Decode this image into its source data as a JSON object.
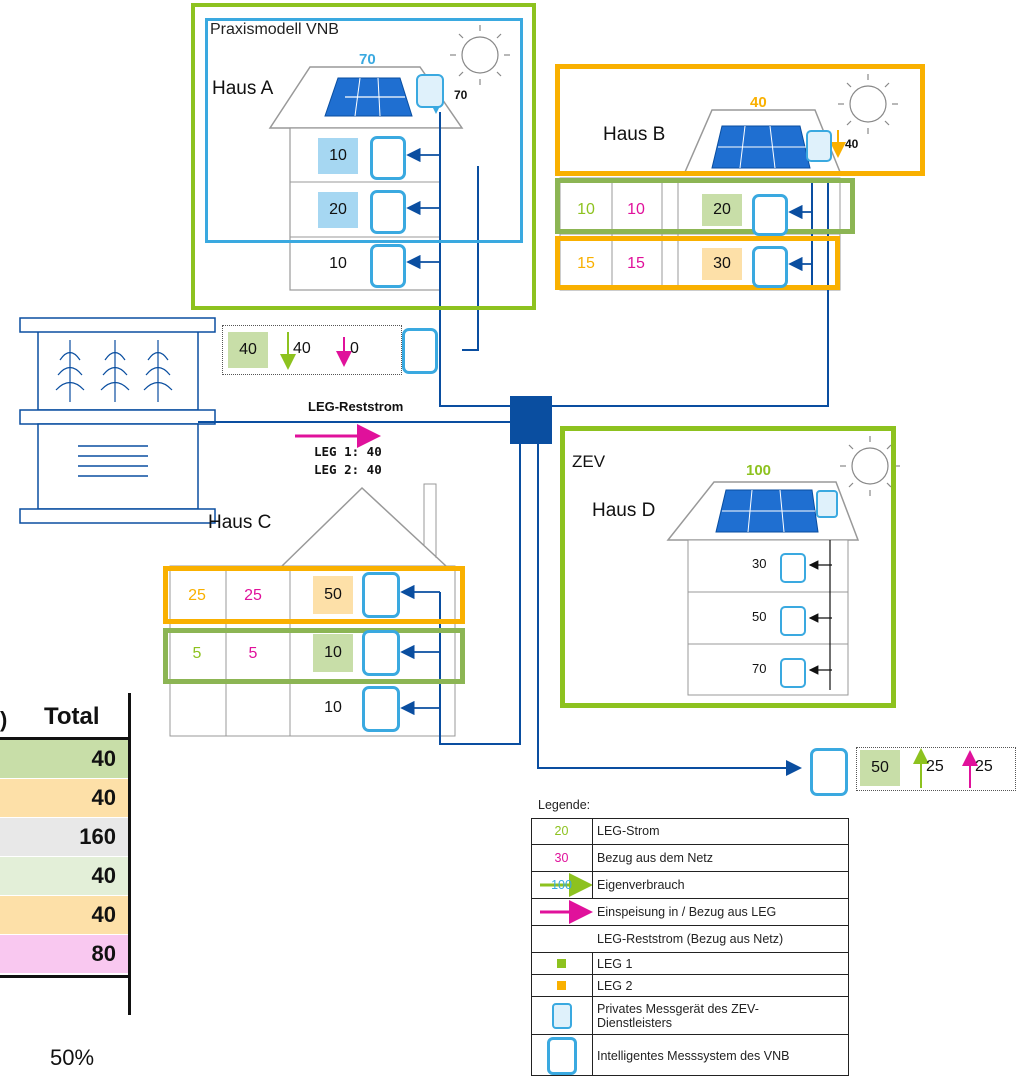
{
  "colors": {
    "green": "#8dc21f",
    "orange": "#f9b000",
    "blue_line": "#0a4ea0",
    "magenta": "#e0119b",
    "light_blue": "#3aa9e0",
    "fill_green": "#c8dea8",
    "fill_orange": "#fde0a8",
    "fill_blue": "#a6d7f2"
  },
  "haus_a": {
    "frame_title": "Praxismodell VNB",
    "name": "Haus A",
    "production": "70",
    "feed_in": "70",
    "units": [
      "10",
      "20",
      "10"
    ]
  },
  "haus_b": {
    "name": "Haus B",
    "production": "40",
    "feed_in": "40",
    "row1": [
      "10",
      "10",
      "20"
    ],
    "row2": [
      "15",
      "15",
      "30"
    ]
  },
  "transformer_meter": {
    "value": "40",
    "green_arrow": "40",
    "magenta_arrow": "0"
  },
  "grid": {
    "residual_label": "LEG-Reststrom",
    "leg1": "LEG 1: 40",
    "leg2": "LEG 2: 40"
  },
  "haus_c": {
    "name": "Haus C",
    "row1": [
      "25",
      "25",
      "50"
    ],
    "row2": [
      "5",
      "5",
      "10"
    ],
    "row3": "10"
  },
  "haus_d": {
    "frame_title": "ZEV",
    "name": "Haus D",
    "production": "100",
    "units": [
      "30",
      "50",
      "70"
    ],
    "meter_value": "50",
    "green_arrow": "25",
    "magenta_arrow": "25"
  },
  "table": {
    "header_partial": ")",
    "header": "Total",
    "values": [
      "40",
      "40",
      "160",
      "40",
      "40",
      "80"
    ],
    "footer": "50%"
  },
  "legend": {
    "title": "Legende:",
    "rows": [
      {
        "num": "20",
        "text": "LEG-Strom"
      },
      {
        "num": "30",
        "text": "Bezug aus dem Netz"
      },
      {
        "num": "100",
        "text": "Eigenverbrauch"
      },
      {
        "num": "",
        "text": "Einspeisung in / Bezug aus LEG",
        "icon": "green-arrow-icon"
      },
      {
        "num": "",
        "text": "LEG-Reststrom (Bezug aus Netz)",
        "icon": "magenta-arrow-icon"
      },
      {
        "num": "",
        "text": "LEG 1",
        "icon": "green-square-icon"
      },
      {
        "num": "",
        "text": "LEG 2",
        "icon": "orange-square-icon"
      },
      {
        "num": "",
        "text": "Privates Messgerät des ZEV-Dienstleisters",
        "icon": "private-meter-icon"
      },
      {
        "num": "",
        "text": "Intelligentes Messsystem des VNB",
        "icon": "smart-meter-icon"
      }
    ]
  }
}
